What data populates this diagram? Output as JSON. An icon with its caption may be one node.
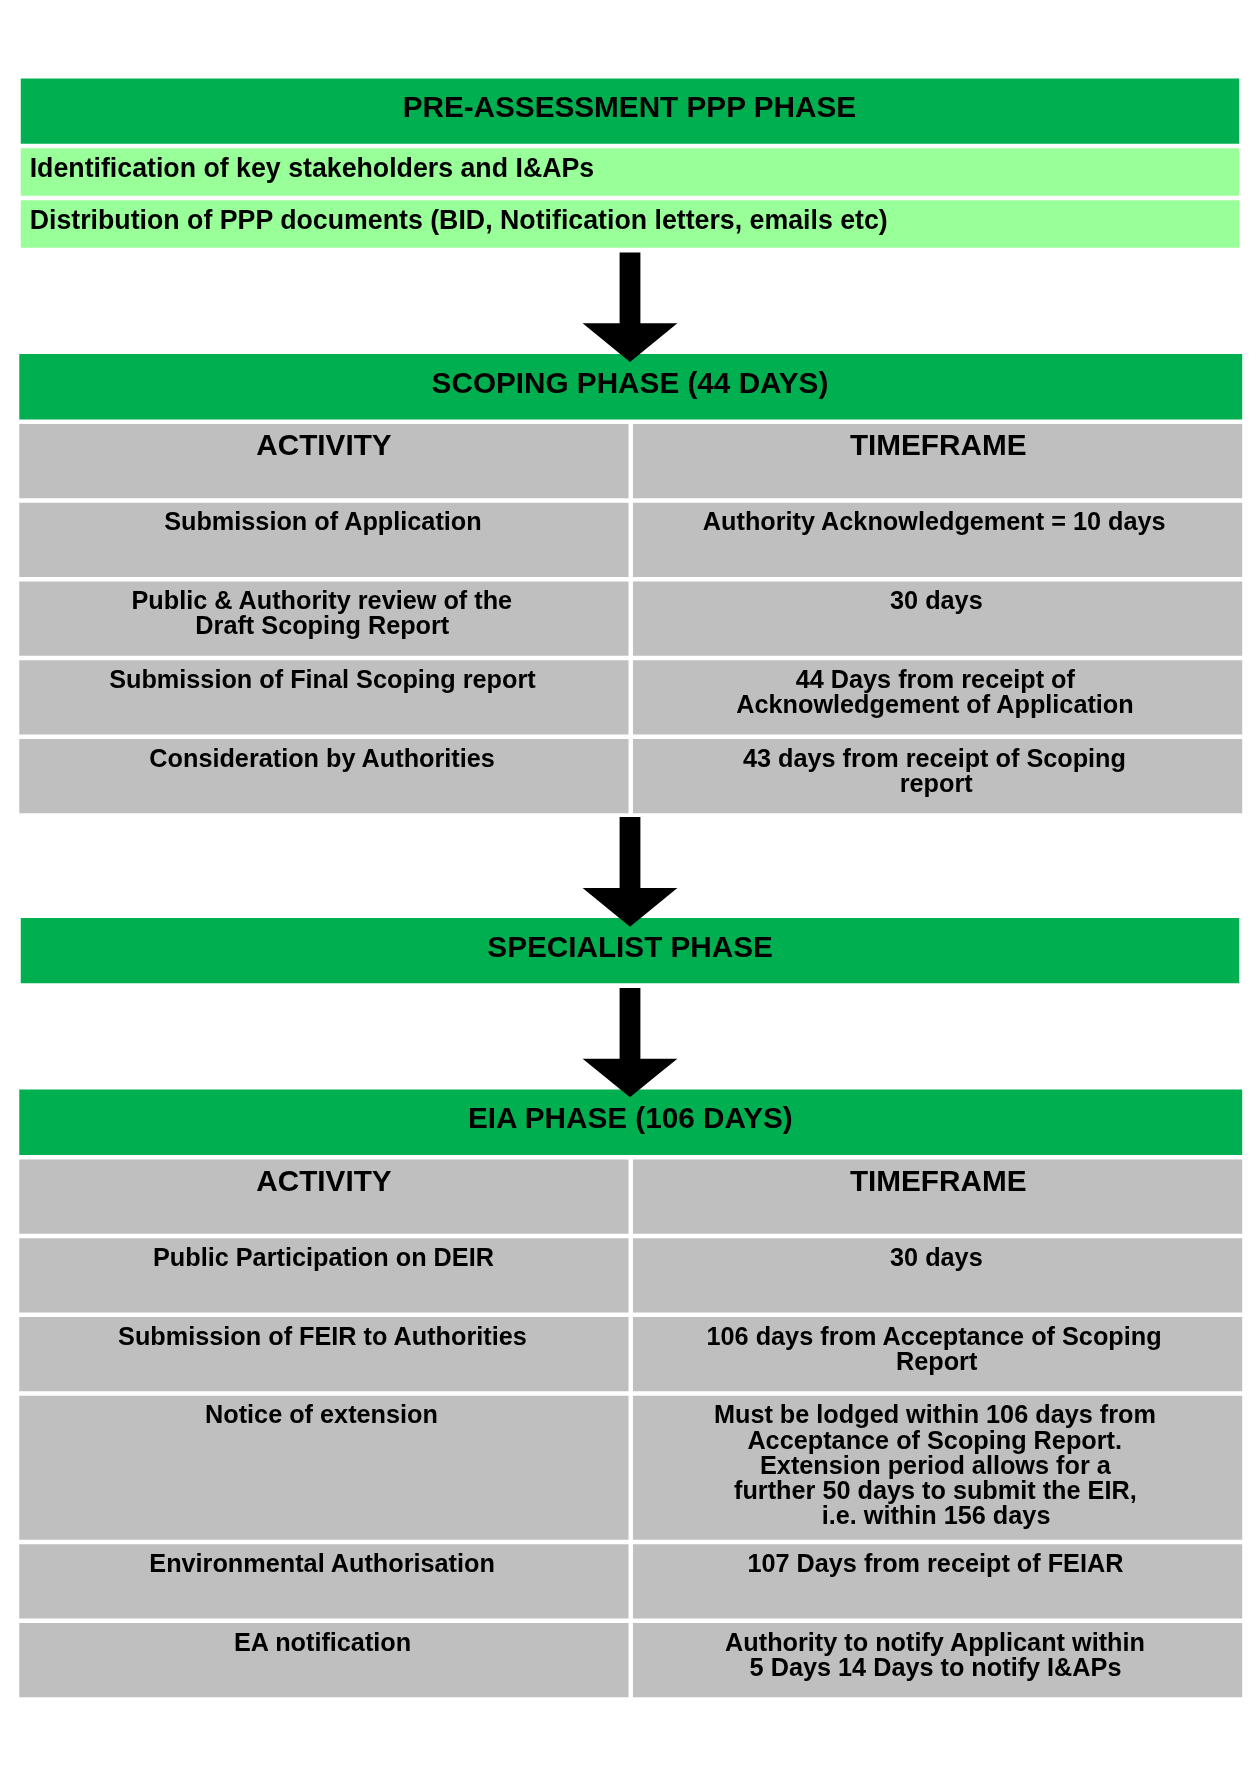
{
  "diagram": {
    "nodes": [
      {
        "text": [
          "PRE-ASSESSMENT PPP PHASE",
          "Identification of key stakeholders and I&APs",
          "Distribution of PPP documents (BID, Notification letters, emails etc)"
        ]
      },
      {
        "text": [
          "SCOPING PHASE (44 DAYS)",
          "ACTIVITY",
          "TIMEFRAME",
          "Submission of Application",
          "Authority Acknowledgement = 10 days",
          "Public & Authority review of the Draft Scoping Report",
          "30 days",
          "Submission of Final Scoping report",
          "44 Days from receipt of Acknowledgement of Application",
          "Consideration by Authorities",
          "43 days from receipt of Scoping report"
        ]
      },
      {
        "text": [
          "SPECIALIST PHASE"
        ]
      },
      {
        "text": [
          "EIA PHASE (106 DAYS)",
          "ACTIVITY",
          "TIMEFRAME",
          "Public Participation on DEIR",
          "30 days",
          "Submission of FEIR to Authorities",
          "106 days from Acceptance of Scoping Report",
          "Notice of extension",
          "Must be lodged within 106 days from Acceptance of Scoping Report. Extension period allows for a further 50 days to submit the EIR, i.e. within 156 days",
          "Environmental Authorisation",
          "107 Days from receipt of FEIAR",
          "EA notification",
          "Authority to notify Applicant within 5 Days 14 Days to notify I&APs"
        ]
      }
    ],
    "edges": [
      {
        "from": 0,
        "to": 1,
        "arrow": "to"
      },
      {
        "from": 1,
        "to": 2,
        "arrow": "to"
      },
      {
        "from": 2,
        "to": 3,
        "arrow": "to"
      }
    ]
  }
}
